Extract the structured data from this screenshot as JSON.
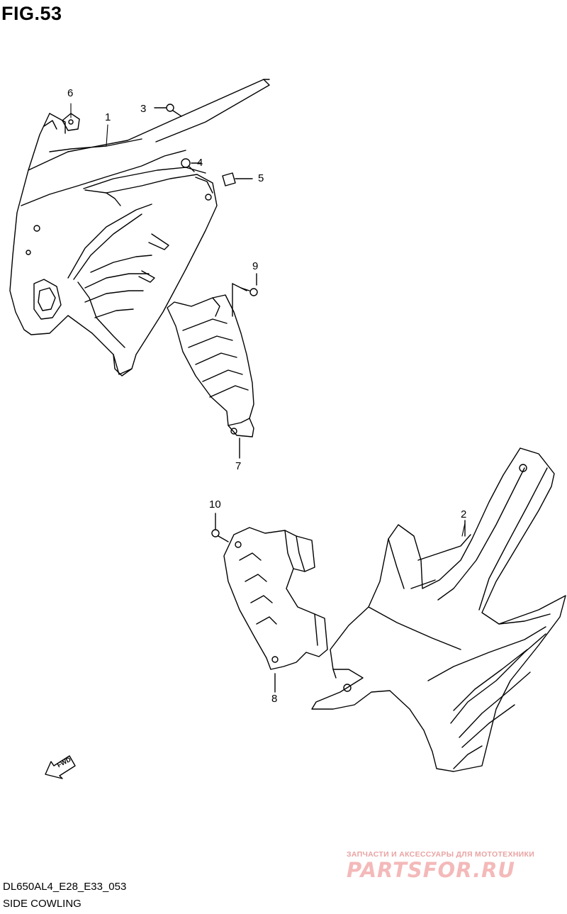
{
  "figure": {
    "title": "FIG.53",
    "code": "DL650AL4_E28_E33_053",
    "caption": "SIDE COWLING"
  },
  "callouts": [
    {
      "id": "1",
      "label": "1"
    },
    {
      "id": "2",
      "label": "2"
    },
    {
      "id": "3",
      "label": "3"
    },
    {
      "id": "4",
      "label": "4"
    },
    {
      "id": "5",
      "label": "5"
    },
    {
      "id": "6",
      "label": "6"
    },
    {
      "id": "7",
      "label": "7"
    },
    {
      "id": "8",
      "label": "8"
    },
    {
      "id": "9",
      "label": "9"
    },
    {
      "id": "10",
      "label": "10"
    }
  ],
  "direction_marker": {
    "label": "FWD"
  },
  "watermark": {
    "tagline": "ЗАПЧАСТИ И АКСЕССУАРЫ ДЛЯ МОТОТЕХНИКИ",
    "brand": "PARTSFOR.RU"
  }
}
